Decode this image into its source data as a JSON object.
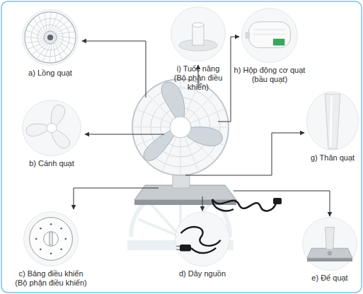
{
  "diagram": {
    "nodes": [
      {
        "text": [
          "a) Lồng quạt"
        ]
      },
      {
        "text": [
          "i) Tuốc năng (Bộ phận điều khiển)"
        ]
      },
      {
        "text": [
          "h) Hộp động cơ quạt (bầu quạt)"
        ]
      },
      {
        "text": [
          "b) Cánh quạt"
        ]
      },
      {
        "text": [
          "g) Thân quạt"
        ]
      },
      {
        "text": [
          "c) Bảng điều khiển (Bộ phận điều khiển)"
        ]
      },
      {
        "text": [
          "d) Dây nguồn"
        ]
      },
      {
        "text": [
          "e) Đế quạt"
        ]
      }
    ]
  }
}
